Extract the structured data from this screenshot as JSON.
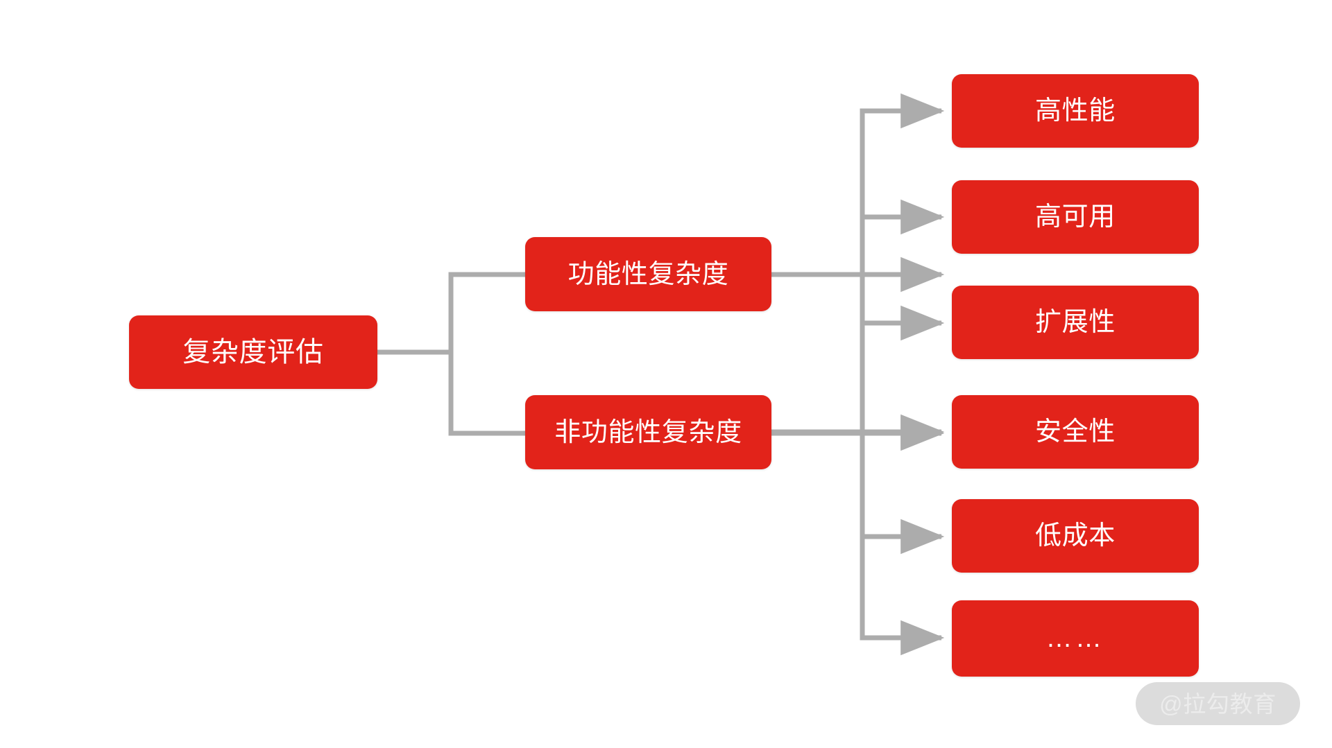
{
  "diagram": {
    "title": "复杂度评估",
    "edge_color": "#acacac",
    "node_color": "#e2231a",
    "node_text_color": "#ffffff",
    "background_color": "#ffffff",
    "root": {
      "label": "复杂度评估"
    },
    "level2": [
      {
        "label": "功能性复杂度"
      },
      {
        "label": "非功能性复杂度"
      }
    ],
    "level3": [
      {
        "label": "高性能"
      },
      {
        "label": "高可用"
      },
      {
        "label": "扩展性"
      },
      {
        "label": "安全性"
      },
      {
        "label": "低成本"
      },
      {
        "label": "……"
      }
    ]
  },
  "watermark": {
    "text": "@拉勾教育"
  }
}
